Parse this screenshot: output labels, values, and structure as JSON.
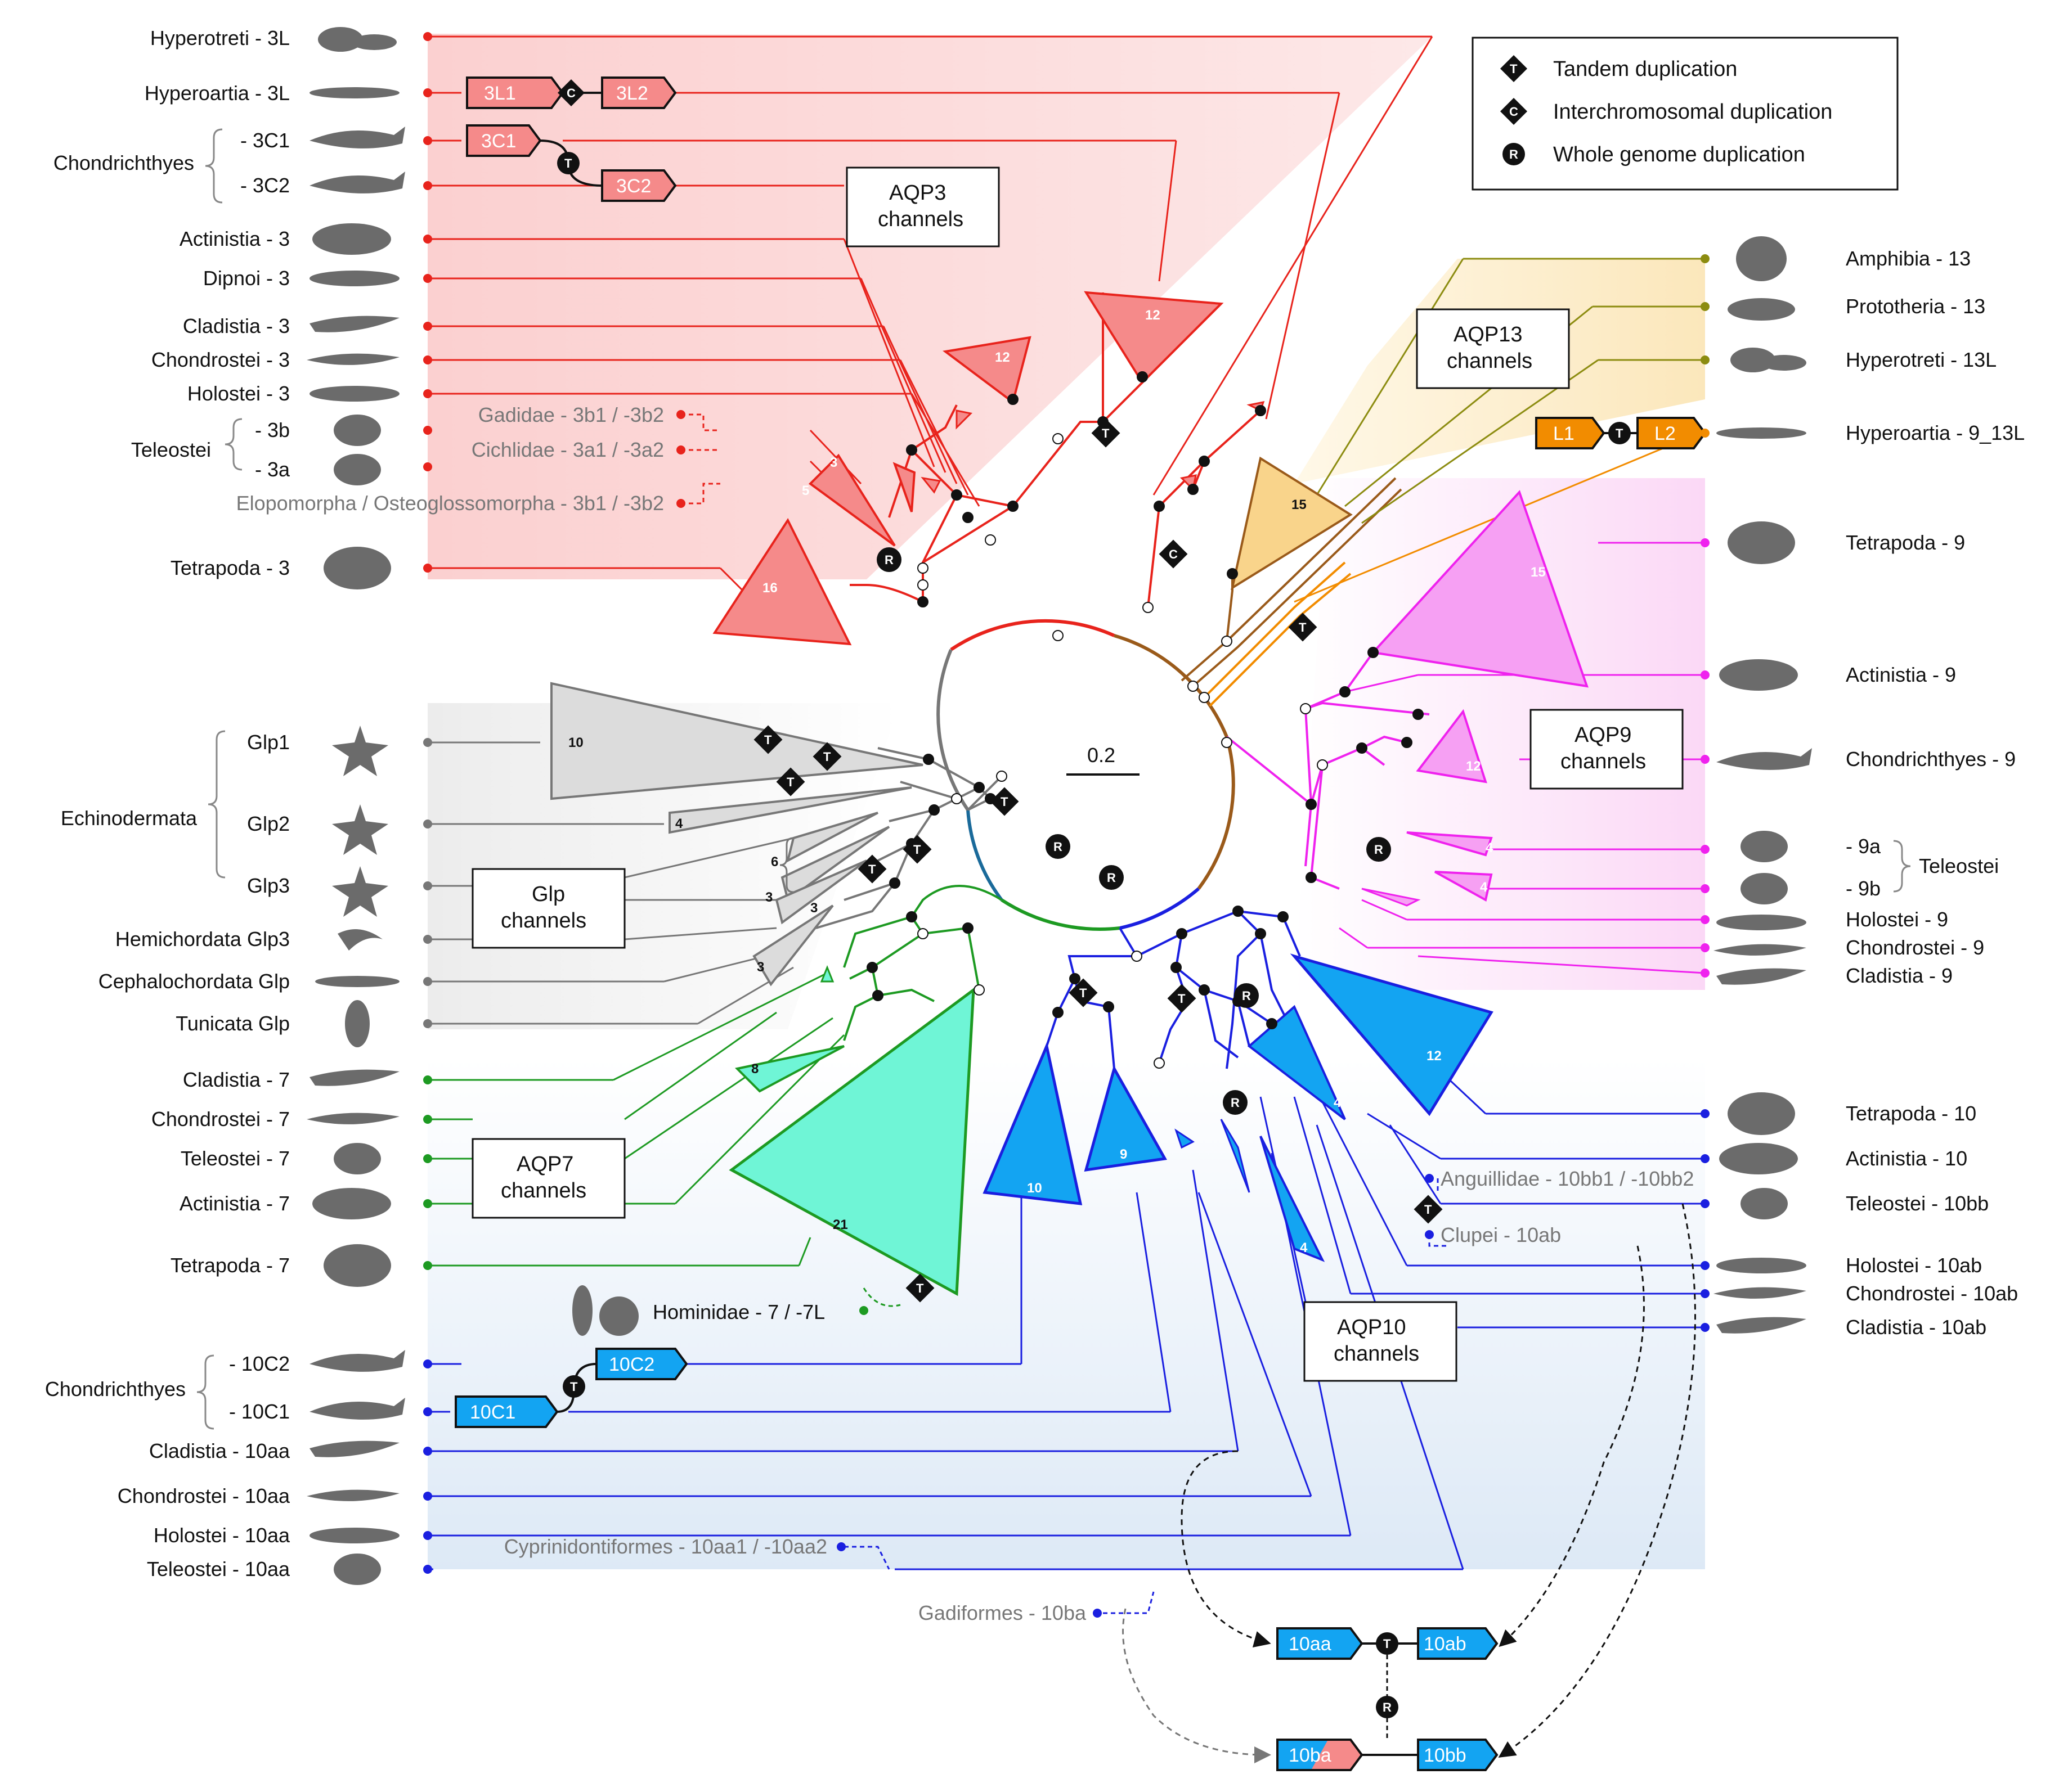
{
  "legend": {
    "tandem": "Tandem duplication",
    "interchromosomal": "Interchromosomal duplication",
    "wgd": "Whole genome duplication"
  },
  "events": {
    "T": "T",
    "C": "C",
    "R": "R"
  },
  "scale_label": "0.2",
  "channels": {
    "aqp3": [
      "AQP3",
      "channels"
    ],
    "aqp13": [
      "AQP13",
      "channels"
    ],
    "aqp9": [
      "AQP9",
      "channels"
    ],
    "glp": [
      "Glp",
      "channels"
    ],
    "aqp7": [
      "AQP7",
      "channels"
    ],
    "aqp10": [
      "AQP10",
      "channels"
    ]
  },
  "left_taxa": {
    "hyperotreti_3l": "Hyperotreti - 3L",
    "hyperoartia_3l": "Hyperoartia - 3L",
    "chondrichthyes": "Chondrichthyes",
    "c3c1": "- 3C1",
    "c3c2": "- 3C2",
    "actinistia_3": "Actinistia - 3",
    "dipnoi_3": "Dipnoi - 3",
    "cladistia_3": "Cladistia - 3",
    "chondrostei_3": "Chondrostei - 3",
    "holostei_3": "Holostei - 3",
    "teleostei": "Teleostei",
    "t3b": "- 3b",
    "t3a": "- 3a",
    "tetrapoda_3": "Tetrapoda - 3",
    "glp1": "Glp1",
    "glp2": "Glp2",
    "glp3": "Glp3",
    "echinodermata": "Echinodermata",
    "hemichordata": "Hemichordata Glp3",
    "cephalochordata": "Cephalochordata Glp",
    "tunicata": "Tunicata Glp",
    "cladistia_7": "Cladistia - 7",
    "chondrostei_7": "Chondrostei - 7",
    "teleostei_7": "Teleostei - 7",
    "actinistia_7": "Actinistia - 7",
    "tetrapoda_7": "Tetrapoda - 7",
    "chondrichthyes_10": "Chondrichthyes",
    "c10c2": "- 10C2",
    "c10c1": "- 10C1",
    "cladistia_10aa": "Cladistia - 10aa",
    "chondrostei_10aa": "Chondrostei - 10aa",
    "holostei_10aa": "Holostei - 10aa",
    "teleostei_10aa": "Teleostei - 10aa"
  },
  "grey_taxa": {
    "gadidae": "Gadidae - 3b1 / -3b2",
    "cichlidae": "Cichlidae - 3a1 / -3a2",
    "elopomorpha": "Elopomorpha / Osteoglossomorpha - 3b1 / -3b2",
    "cyprinidontiformes": "Cyprinidontiformes - 10aa1 / -10aa2",
    "gadiformes": "Gadiformes - 10ba",
    "anguillidae": "Anguillidae - 10bb1 / -10bb2",
    "clupei": "Clupei - 10ab"
  },
  "hominidae": "Hominidae - 7 / -7L",
  "right_taxa": {
    "amphibia_13": "Amphibia - 13",
    "prototheria_13": "Prototheria - 13",
    "hyperotreti_13l": "Hyperotreti - 13L",
    "hyperoartia_9_13l": "Hyperoartia - 9_13L",
    "tetrapoda_9": "Tetrapoda - 9",
    "actinistia_9": "Actinistia - 9",
    "chondrichthyes_9": "Chondrichthyes - 9",
    "t9a": "- 9a",
    "t9b": "- 9b",
    "teleostei_9": "Teleostei",
    "holostei_9": "Holostei - 9",
    "chondrostei_9": "Chondrostei - 9",
    "cladistia_9": "Cladistia - 9",
    "tetrapoda_10": "Tetrapoda - 10",
    "actinistia_10": "Actinistia - 10",
    "teleostei_10bb": "Teleostei - 10bb",
    "holostei_10ab": "Holostei - 10ab",
    "chondrostei_10ab": "Chondrostei - 10ab",
    "cladistia_10ab": "Cladistia - 10ab"
  },
  "genes": {
    "g3L1": "3L1",
    "g3L2": "3L2",
    "g3C1": "3C1",
    "g3C2": "3C2",
    "gL1": "L1",
    "gL2": "L2",
    "g10C2": "10C2",
    "g10C1": "10C1",
    "g10aa": "10aa",
    "g10ab": "10ab",
    "g10ba": "10ba",
    "g10bb": "10bb"
  },
  "clades": {
    "t16": "16",
    "t5": "5",
    "t3": "3",
    "t12a": "12",
    "t12b": "12",
    "t15o": "15",
    "t15p": "15",
    "t12p": "12",
    "t4p1": "4",
    "t4p2": "4",
    "t10g": "10",
    "t4g": "4",
    "t6g": "6",
    "t3g1": "3",
    "t3g2": "3",
    "t3g3": "3",
    "t8": "8",
    "t21": "21",
    "t10b": "10",
    "t9b": "9",
    "t12bl": "12",
    "t4b1": "4",
    "t4b2": "4"
  },
  "colors": {
    "aqp3": "#e8231c",
    "aqp3_fill": "#f58a8a",
    "aqp13": "#9a5a1a",
    "aqp13_fill": "#f9d48b",
    "lamprey": "#f28c00",
    "aqp9": "#ef22ee",
    "aqp9_fill": "#f6a0f3",
    "glp": "#777777",
    "glp_fill": "#dcdcdc",
    "aqp7": "#1d9a22",
    "aqp7_fill": "#6ff5d6",
    "aqp10": "#1a1fe0",
    "aqp10_fill": "#13a4f2"
  }
}
